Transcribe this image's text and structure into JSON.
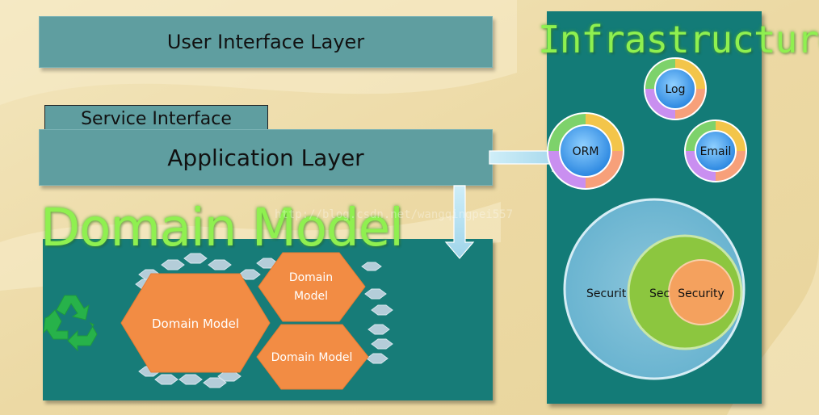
{
  "layers": {
    "user_interface": "User Interface Layer",
    "service_interface": "Service Interface",
    "application": "Application Layer",
    "domain_model_title": "Domain Model"
  },
  "domain": {
    "big_hex": "Domain Model",
    "top_hex_line1": "Domain",
    "top_hex_line2": "Model",
    "bottom_hex": "Domain Model"
  },
  "infrastructure": {
    "title": "Infrastructure",
    "log": "Log",
    "orm": "ORM",
    "email": "Email",
    "security_outer": "Securit",
    "security_middle": "Sec",
    "security_inner": "Security"
  },
  "watermark": "http://blog.csdn.net/wangqingpei557",
  "colors": {
    "layer_bar": "#5f9ea0",
    "panel": "#177c78",
    "title_green": "#8ff050",
    "hex_orange": "#f28c44",
    "hex_small": "#b4cdd9"
  }
}
